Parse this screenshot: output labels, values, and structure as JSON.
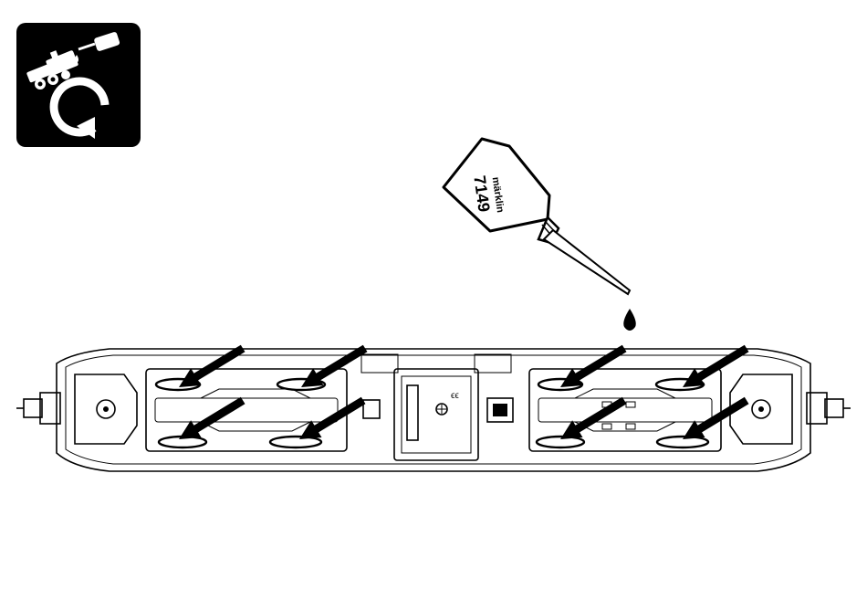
{
  "icon": {
    "name": "lubrication-maintenance-icon",
    "background": "#000000",
    "foreground": "#ffffff"
  },
  "oiler": {
    "brand": "märklin",
    "model": "7149"
  },
  "colors": {
    "line": "#000000",
    "background": "#ffffff",
    "arrow": "#000000"
  },
  "lubrication_points": {
    "count": 8
  }
}
